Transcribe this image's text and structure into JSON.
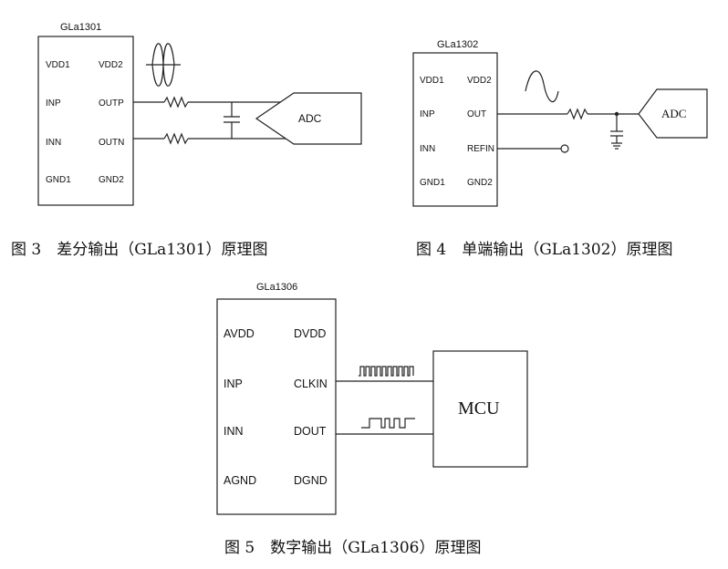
{
  "fig3": {
    "chip_name": "GLa1301",
    "pins_left": [
      "VDD1",
      "INP",
      "INN",
      "GND1"
    ],
    "pins_right": [
      "VDD2",
      "OUTP",
      "OUTN",
      "GND2"
    ],
    "adc_label": "ADC",
    "caption": "图 3　差分输出（GLa1301）原理图"
  },
  "fig4": {
    "chip_name": "GLa1302",
    "pins_left": [
      "VDD1",
      "INP",
      "INN",
      "GND1"
    ],
    "pins_right": [
      "VDD2",
      "OUT",
      "REFIN",
      "GND2"
    ],
    "adc_label": "ADC",
    "caption": "图 4　单端输出（GLa1302）原理图"
  },
  "fig5": {
    "chip_name": "GLa1306",
    "pins_left": [
      "AVDD",
      "INP",
      "INN",
      "AGND"
    ],
    "pins_right": [
      "DVDD",
      "CLKIN",
      "DOUT",
      "DGND"
    ],
    "mcu_label": "MCU",
    "caption": "图 5　数字输出（GLa1306）原理图"
  }
}
